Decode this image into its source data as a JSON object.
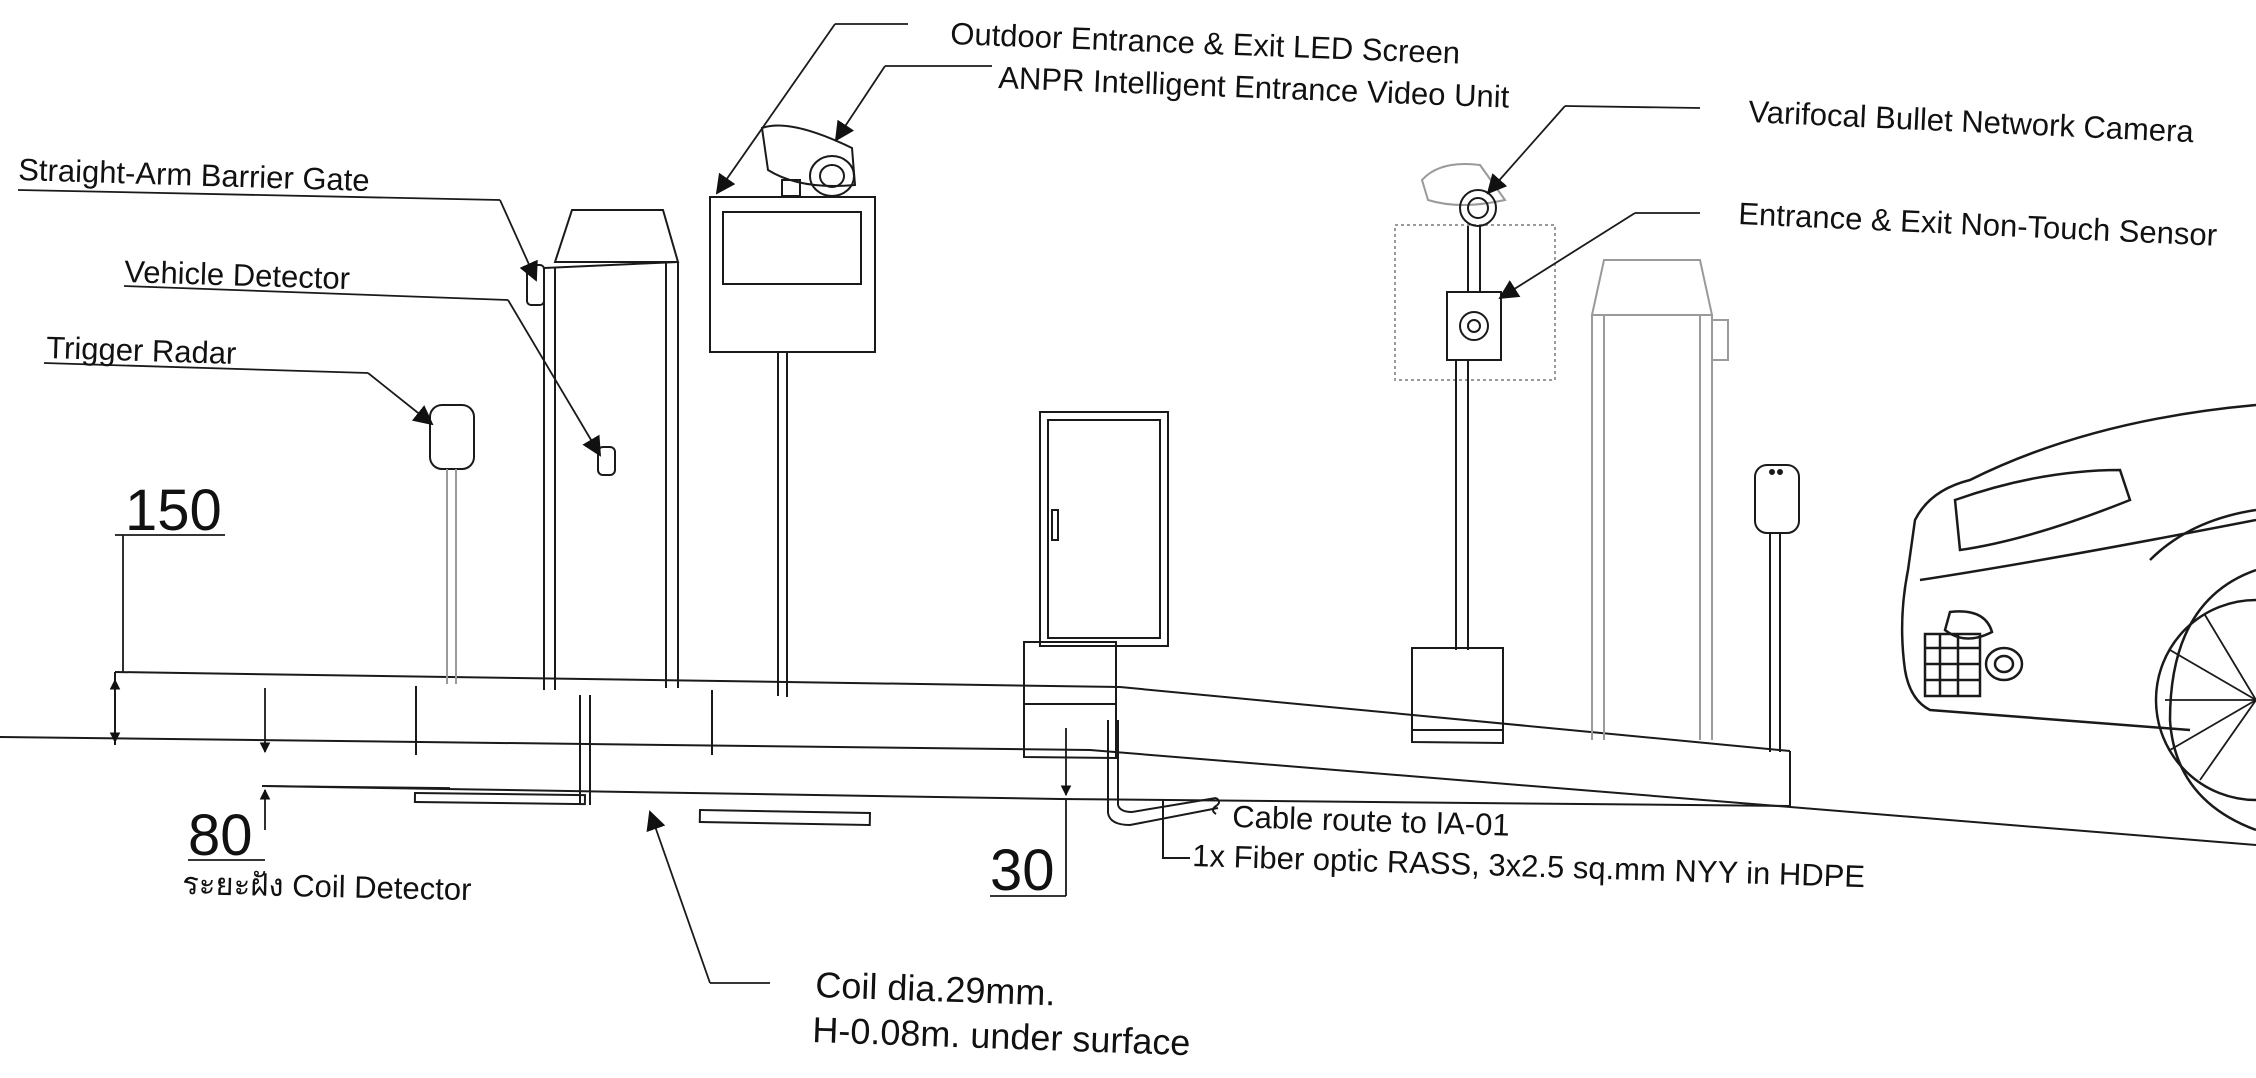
{
  "labels": {
    "led_screen": "Outdoor Entrance & Exit LED Screen",
    "anpr_unit": "ANPR Intelligent Entrance Video Unit",
    "barrier_gate": "Straight-Arm Barrier Gate",
    "vehicle_detector": "Vehicle Detector",
    "trigger_radar": "Trigger Radar",
    "bullet_camera": "Varifocal Bullet Network Camera",
    "non_touch_sensor": "Entrance & Exit Non-Touch Sensor",
    "cable_route": "Cable route to IA-01",
    "fiber_spec": "1x Fiber optic RASS, 3x2.5 sq.mm NYY in HDPE",
    "coil_detector": "ระยะฝัง Coil Detector",
    "coil_dia": "Coil dia.29mm.",
    "coil_depth": "H-0.08m. under surface"
  },
  "dimensions": {
    "island_height": "150",
    "coil_depth": "80",
    "conduit_depth": "30"
  },
  "colors": {
    "line": "#1a1a1a",
    "faint": "#9a9a9a"
  }
}
